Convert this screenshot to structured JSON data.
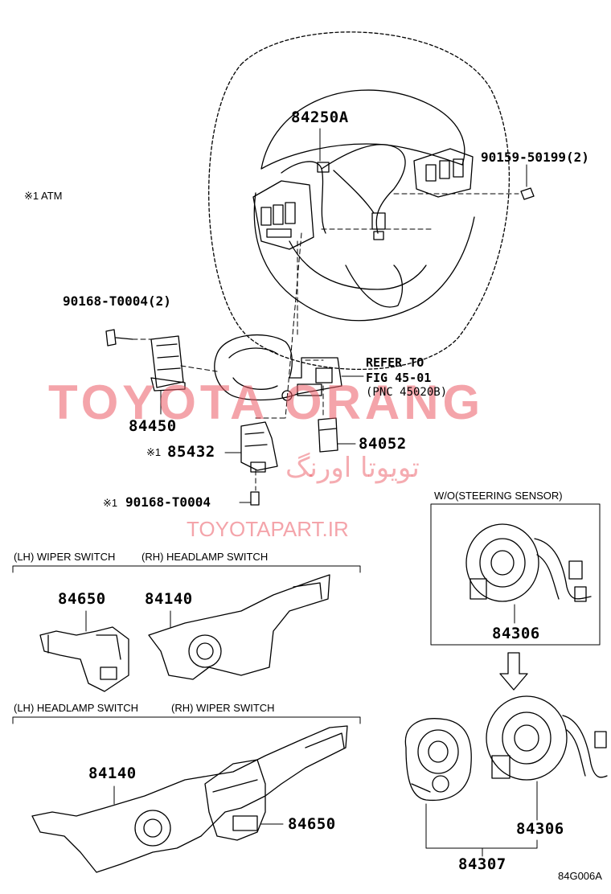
{
  "callouts": {
    "p84250A": "84250A",
    "p90159": "90159-50199(2)",
    "p90168_2": "90168-T0004(2)",
    "p84450": "84450",
    "p85432": "85432",
    "p90168": "90168-T0004",
    "p84052": "84052",
    "p84650_a": "84650",
    "p84140_a": "84140",
    "p84140_b": "84140",
    "p84650_b": "84650",
    "p84306_a": "84306",
    "p84306_b": "84306",
    "p84307": "84307"
  },
  "notes": {
    "atm": "※1 ATM",
    "mark1": "※1",
    "mark2": "※1",
    "refer_line1": "REFER TO",
    "refer_line2": "FIG 45-01",
    "refer_line3": "(PNC 45020B)",
    "lh_wiper": "(LH) WIPER SWITCH",
    "rh_headlamp": "(RH) HEADLAMP SWITCH",
    "lh_headlamp": "(LH) HEADLAMP SWITCH",
    "rh_wiper": "(RH) WIPER SWITCH",
    "wo_sensor": "W/O(STEERING SENSOR)",
    "figure_code": "84G006A"
  },
  "watermarks": {
    "main": "TOYOTA ORANG",
    "arabic": "تويوتا اورنگ",
    "site": "TOYOTAPART.IR"
  },
  "colors": {
    "line": "#000000",
    "watermark": "#eb5a64"
  }
}
